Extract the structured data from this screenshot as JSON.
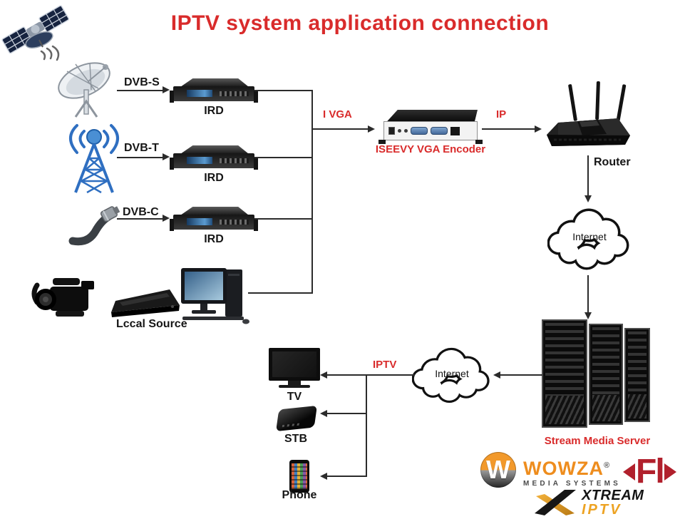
{
  "title": "IPTV system application connection",
  "colors": {
    "accent_red": "#d92b2b",
    "line_black": "#2b2b2b",
    "wowza_orange": "#ee8d1e",
    "flussonic_red": "#b1202c",
    "xtream_orange": "#eda323"
  },
  "sources": [
    {
      "label": "DVB-S",
      "device": "IRD"
    },
    {
      "label": "DVB-T",
      "device": "IRD"
    },
    {
      "label": "DVB-C",
      "device": "IRD"
    }
  ],
  "local_source": {
    "label": "Lccal Source"
  },
  "encoder": {
    "input_label": "I VGA",
    "name": "ISEEVY VGA Encoder",
    "output_label": "IP"
  },
  "router": {
    "label": "Router"
  },
  "internet_clouds": [
    {
      "label": "Internet"
    },
    {
      "label": "Internet"
    }
  ],
  "server": {
    "label": "Stream Media Server"
  },
  "delivery": {
    "label": "IPTV"
  },
  "endpoints": [
    {
      "label": "TV"
    },
    {
      "label": "STB"
    },
    {
      "label": "Phone"
    }
  ],
  "logos": {
    "wowza": {
      "name": "WOWZA",
      "registered": "®",
      "subtitle": "MEDIA SYSTEMS"
    },
    "flussonic": {
      "text": "Fl"
    },
    "xtream": {
      "line1": "XTREAM",
      "line2": "IPTV"
    }
  }
}
